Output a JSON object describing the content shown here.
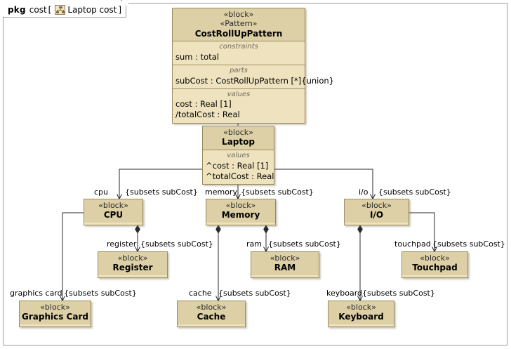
{
  "diagram": {
    "frame_kind": "pkg",
    "frame_name": "cost",
    "bracket_open": "[",
    "bracket_close": "]",
    "diagram_name": "Laptop cost",
    "icon": "bdd-diagram-icon",
    "colors": {
      "block_header": "#ddd0a6",
      "block_body": "#efe3bf",
      "block_border": "#9a8b5f",
      "frame_border": "#9b9b9b",
      "compartment_title": "#6f6a5c",
      "background": "#ffffff"
    }
  },
  "blocks": {
    "pattern": {
      "stereotype1": "«block»",
      "stereotype2": "«Pattern»",
      "name": "CostRollUpPattern",
      "compartments": [
        {
          "title": "constraints",
          "features": [
            "sum : total"
          ]
        },
        {
          "title": "parts",
          "features": [
            "subCost : CostRollUpPattern [*]{union}"
          ]
        },
        {
          "title": "values",
          "features": [
            "cost : Real [1]",
            "/totalCost : Real"
          ]
        }
      ]
    },
    "laptop": {
      "stereotype1": "«block»",
      "name": "Laptop",
      "compartments": [
        {
          "title": "values",
          "features": [
            "^cost : Real [1]",
            "^totalCost : Real"
          ]
        }
      ]
    },
    "cpu": {
      "stereotype1": "«block»",
      "name": "CPU"
    },
    "memory": {
      "stereotype1": "«block»",
      "name": "Memory"
    },
    "io": {
      "stereotype1": "«block»",
      "name": "I/O"
    },
    "register": {
      "stereotype1": "«block»",
      "name": "Register"
    },
    "ram": {
      "stereotype1": "«block»",
      "name": "RAM"
    },
    "touchpad": {
      "stereotype1": "«block»",
      "name": "Touchpad"
    },
    "graphics_card": {
      "stereotype1": "«block»",
      "name": "Graphics Card"
    },
    "cache": {
      "stereotype1": "«block»",
      "name": "Cache"
    },
    "keyboard": {
      "stereotype1": "«block»",
      "name": "Keyboard"
    }
  },
  "relationships": {
    "generalization": {
      "from": "Laptop",
      "to": "CostRollUpPattern",
      "kind": "generalization"
    },
    "compositions": [
      {
        "role": "cpu",
        "constraint": "{subsets subCost}",
        "parent": "Laptop",
        "child": "CPU"
      },
      {
        "role": "memory",
        "constraint": "{subsets subCost}",
        "parent": "Laptop",
        "child": "Memory"
      },
      {
        "role": "i/o",
        "constraint": "{subsets subCost}",
        "parent": "Laptop",
        "child": "I/O"
      },
      {
        "role": "register",
        "constraint": "{subsets subCost}",
        "parent": "CPU",
        "child": "Register"
      },
      {
        "role": "graphics card",
        "constraint": "{subsets subCost}",
        "parent": "CPU",
        "child": "Graphics Card"
      },
      {
        "role": "ram",
        "constraint": "{subsets subCost}",
        "parent": "Memory",
        "child": "RAM"
      },
      {
        "role": "cache",
        "constraint": "{subsets subCost}",
        "parent": "Memory",
        "child": "Cache"
      },
      {
        "role": "touchpad",
        "constraint": "{subsets subCost}",
        "parent": "I/O",
        "child": "Touchpad"
      },
      {
        "role": "keyboard",
        "constraint": "{subsets subCost}",
        "parent": "I/O",
        "child": "Keyboard"
      }
    ]
  }
}
